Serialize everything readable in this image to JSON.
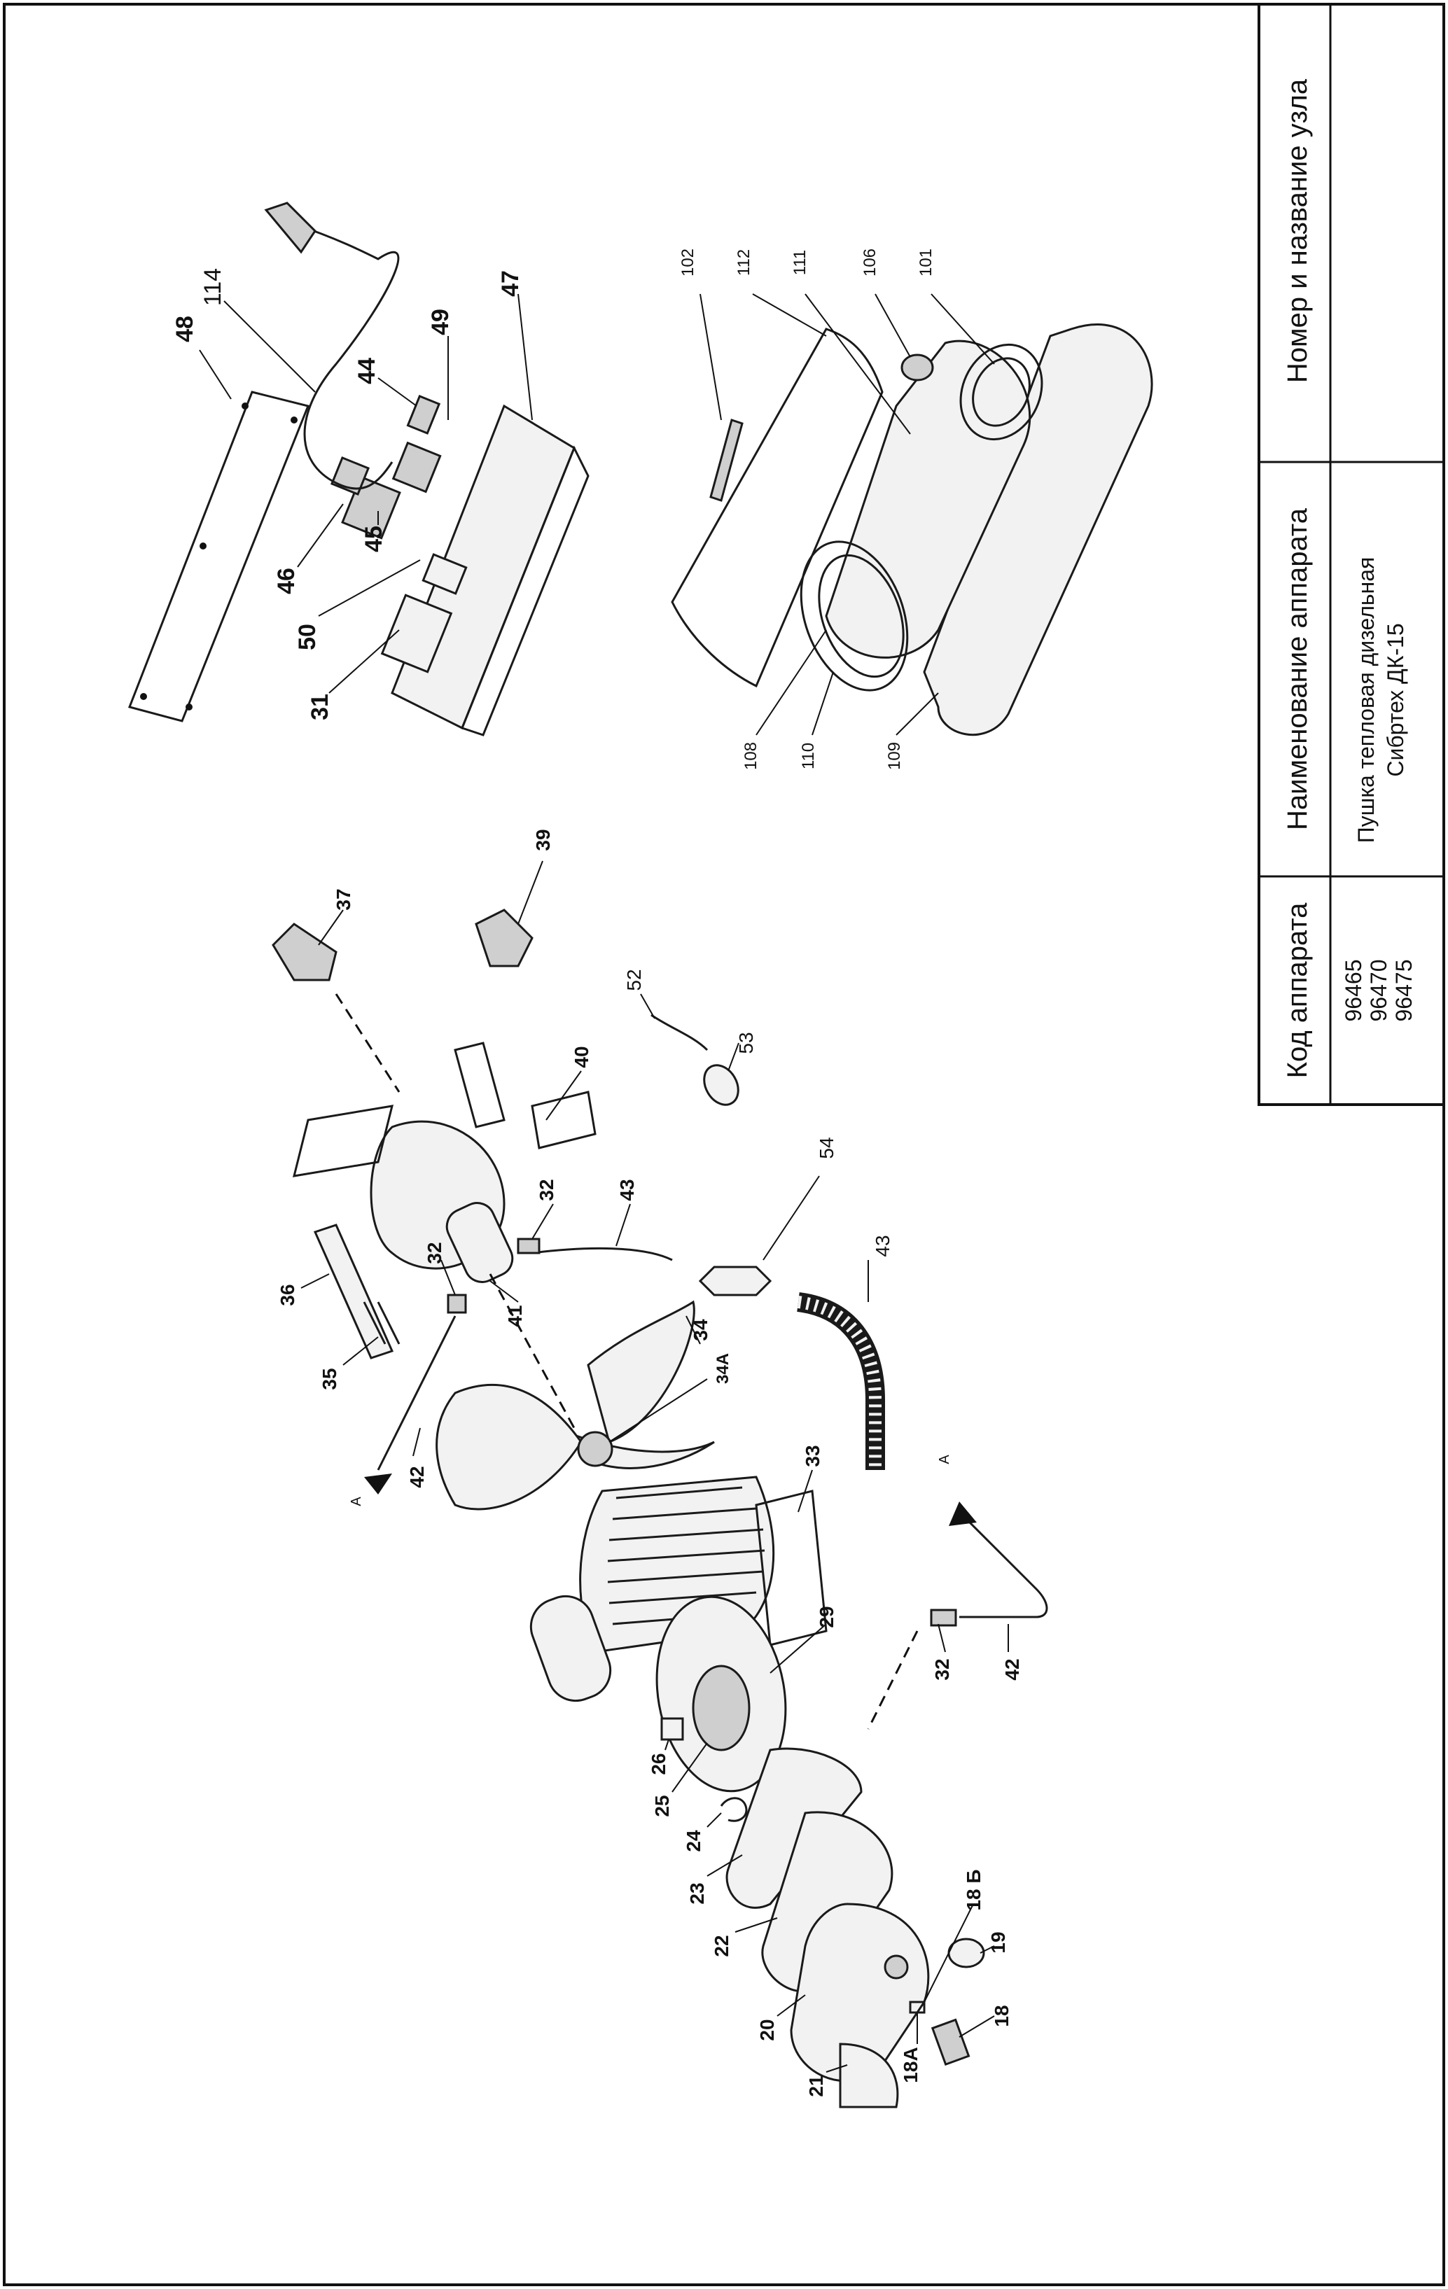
{
  "title_block": {
    "col_code_header": "Код аппарата",
    "col_name_header": "Наименование аппарата",
    "col_unit_header": "Номер и название узла",
    "codes": [
      "96465",
      "96470",
      "96475"
    ],
    "name_line1": "Пушка тепловая дизельная",
    "name_line2": "Сибртех ДК-15"
  },
  "callouts": {
    "c48": "48",
    "c114": "114",
    "c44": "44",
    "c49": "49",
    "c47": "47",
    "c46": "46",
    "c45": "45",
    "c50": "50",
    "c31": "31",
    "c102": "102",
    "c112": "112",
    "c111": "111",
    "c106": "106",
    "c101": "101",
    "c108": "108",
    "c110": "110",
    "c109": "109",
    "c37": "37",
    "c39": "39",
    "c52": "52",
    "c53": "53",
    "c54": "54",
    "c40": "40",
    "c32a": "32",
    "c43a": "43",
    "c36": "36",
    "c35": "35",
    "c32b": "32",
    "c41": "41",
    "c34": "34",
    "c34A": "34A",
    "c43b": "43",
    "c42a": "42",
    "cAa": "A",
    "c33": "33",
    "cAb": "A",
    "c29": "29",
    "c32c": "32",
    "c42b": "42",
    "c26": "26",
    "c25": "25",
    "c24": "24",
    "c23": "23",
    "c22": "22",
    "c18B": "18 Б",
    "c19": "19",
    "c18": "18",
    "c20": "20",
    "c21": "21",
    "c18A": "18A"
  }
}
